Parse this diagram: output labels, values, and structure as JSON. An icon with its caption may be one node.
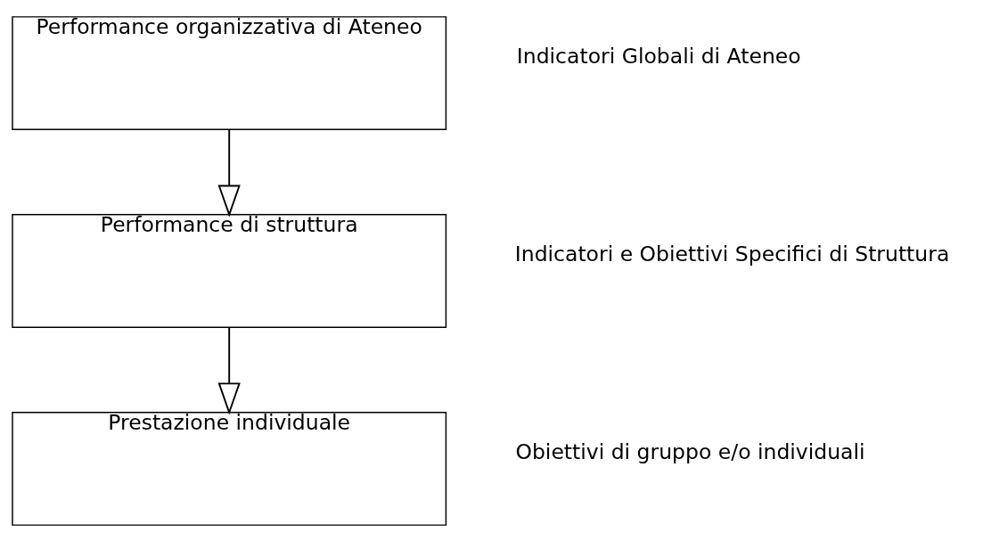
{
  "diagram": {
    "nodes": [
      {
        "text": [
          "Performance organizzativa di Ateneo"
        ]
      },
      {
        "text": [
          "Performance di struttura"
        ]
      },
      {
        "text": [
          "Prestazione individuale"
        ]
      }
    ],
    "edges": [
      {
        "from": 0,
        "to": 1,
        "arrow": "to"
      },
      {
        "from": 1,
        "to": 2,
        "arrow": "to"
      }
    ],
    "labels": [
      "Indicatori Globali di Ateneo",
      "Indicatori e Obiettivi Specifici di Struttura",
      "Obiettivi di gruppo e/o individuali"
    ]
  }
}
